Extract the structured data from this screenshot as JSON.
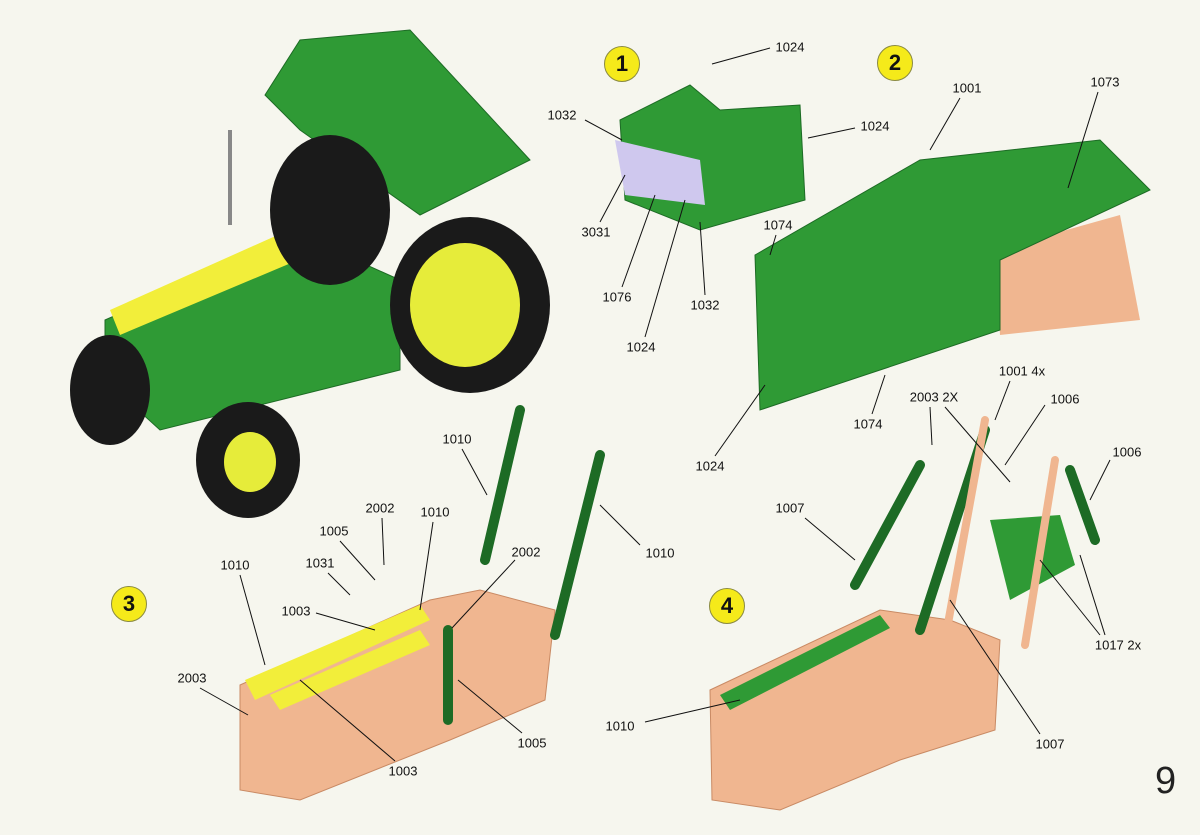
{
  "page_number": "9",
  "colors": {
    "green": "#2f9a35",
    "dark_green": "#1d6b25",
    "peach": "#f0b690",
    "yellow": "#f2ee3a",
    "lilac": "#cfc8ee",
    "background": "#f6f6ee"
  },
  "steps": [
    {
      "number": "1",
      "labels": [
        "1024",
        "1032",
        "1024",
        "3031",
        "1076",
        "1024",
        "1032"
      ]
    },
    {
      "number": "2",
      "labels": [
        "1001",
        "1073",
        "1074",
        "1074",
        "1024"
      ]
    },
    {
      "number": "3",
      "labels": [
        "1010",
        "1010",
        "1010",
        "2002",
        "1005",
        "1031",
        "2002",
        "1010",
        "1003",
        "2003",
        "1003",
        "1005"
      ]
    },
    {
      "number": "4",
      "labels": [
        "2003 2X",
        "1001 4x",
        "1006",
        "1006",
        "1007",
        "1017 2x",
        "1007",
        "1010"
      ]
    }
  ]
}
